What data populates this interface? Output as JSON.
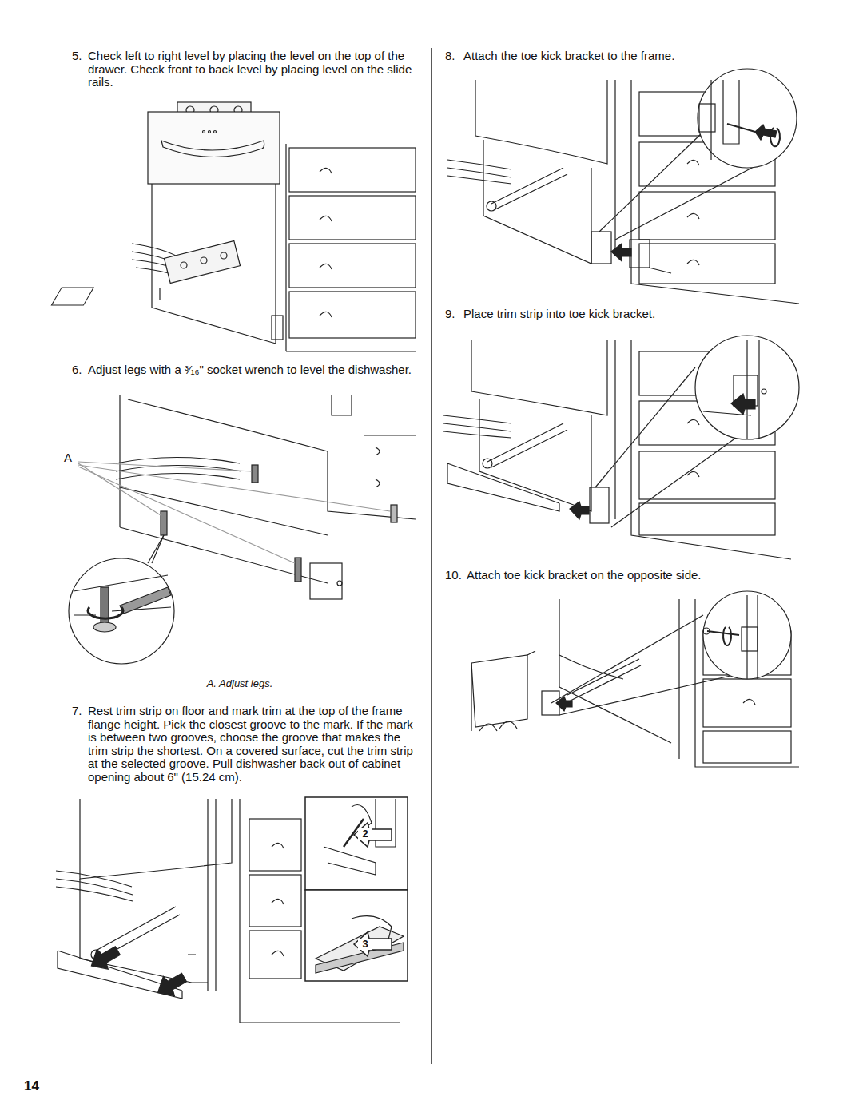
{
  "diagram": {
    "labels": [
      "5.",
      "Check left to right level by placing the level on the top of the drawer. Check front to back level by placing level on the slide rails.",
      "6.",
      "Adjust legs with a ³⁄₁₆\" socket wrench to level the dishwasher.",
      "A",
      "A. Adjust legs.",
      "7.",
      "Rest trim strip on floor and mark trim at the top of the frame flange height. Pick the closest groove to the mark. If the mark is between two grooves, choose the groove that makes the trim strip the shortest. On a covered surface, cut the trim strip at the selected groove. Pull dishwasher back out of cabinet opening about 6\" (15.24 cm).",
      "2",
      "3",
      "8.",
      "Attach the toe kick bracket to the frame.",
      "9.",
      "Place trim strip into toe kick bracket.",
      "10.",
      "Attach toe kick bracket on the opposite side.",
      "14"
    ]
  }
}
